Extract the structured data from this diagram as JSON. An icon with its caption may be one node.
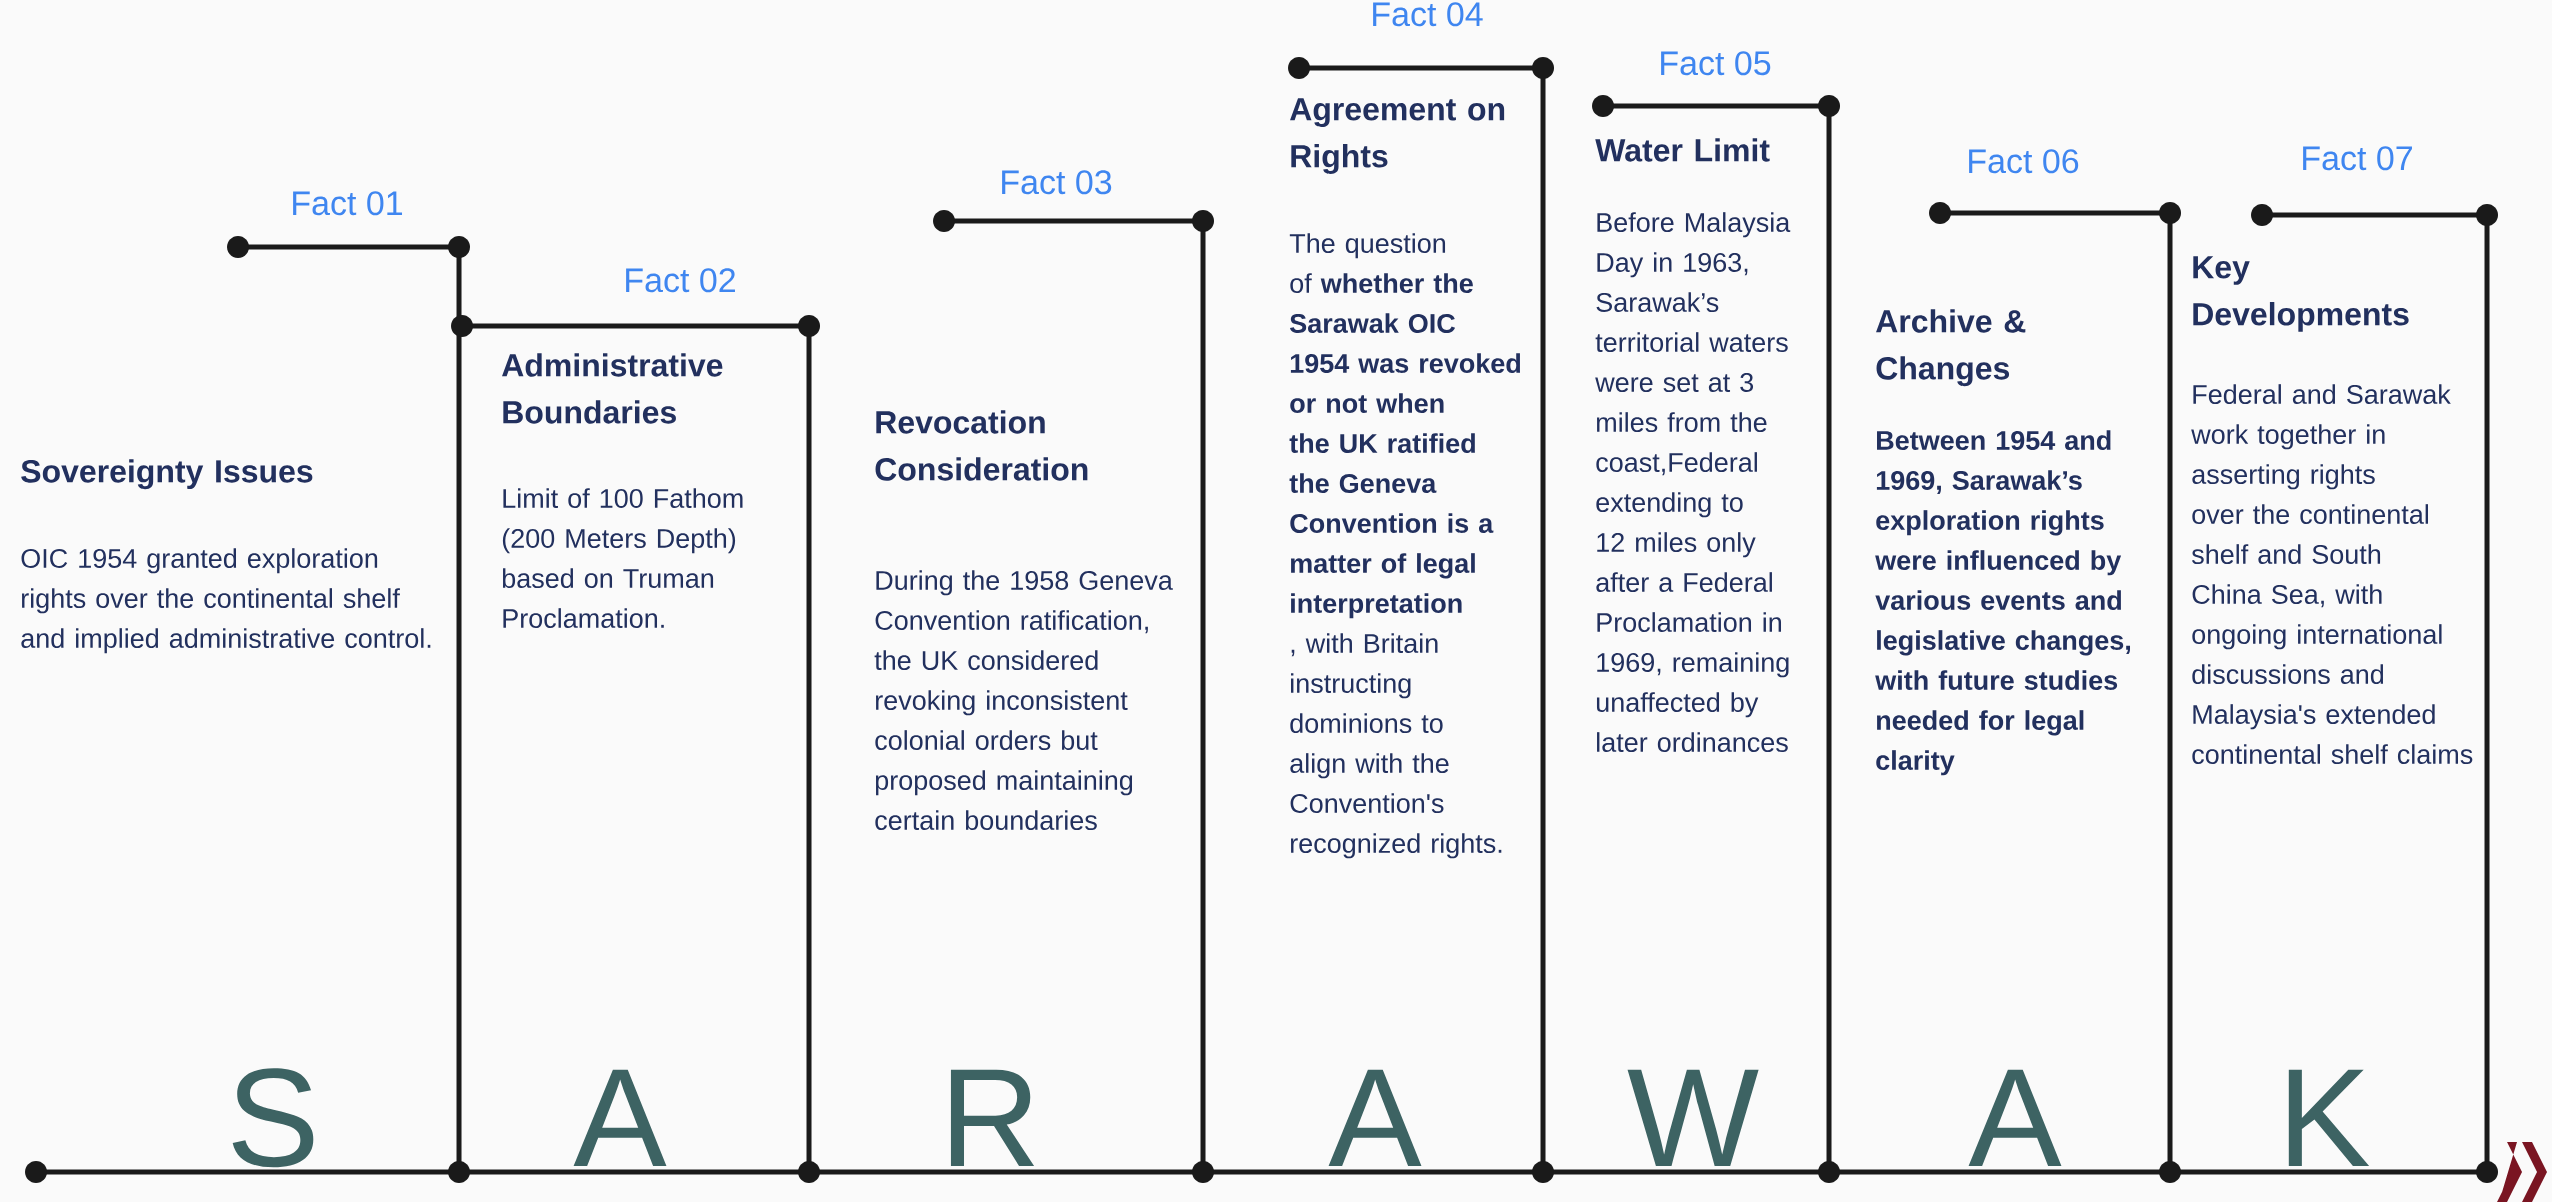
{
  "diagram": {
    "labels": [
      "Fact 01",
      "Sovereignty Issues",
      "OIC 1954 granted exploration rights over the continental shelf and implied administrative control.",
      "S",
      "Fact 02",
      "Administrative Boundaries",
      "Limit of 100 Fathom (200 Meters Depth) based on Truman Proclamation.",
      "A",
      "Fact 03",
      "Revocation Consideration",
      "During the 1958 Geneva Convention ratification, the UK considered revoking inconsistent colonial orders but proposed maintaining certain boundaries",
      "R",
      "Fact 04",
      "Agreement on Rights",
      "The question of **whether the Sarawak OIC 1954 was revoked or not when the UK ratified the Geneva Convention is a matter of legal interpretation** , with Britain instructing dominions to align with the Convention's recognized rights.",
      "A",
      "Fact 05",
      "Water Limit",
      "Before Malaysia Day in 1963, Sarawak’s territorial waters were set at 3 miles from the coast,Federal extending to 12 miles only after a Federal Proclamation in 1969, remaining unaffected by later ordinances",
      "W",
      "Fact 06",
      "Archive & Changes",
      "Between 1954 and 1969, Sarawak’s exploration rights were influenced by various events and legislative changes, with future studies needed for legal clarity",
      "A",
      "Fact 07",
      "Key Developments",
      "Federal and Sarawak work together in asserting rights over the continental shelf and South China Sea, with ongoing international discussions and Malaysia's extended continental shelf claims",
      "K"
    ]
  }
}
